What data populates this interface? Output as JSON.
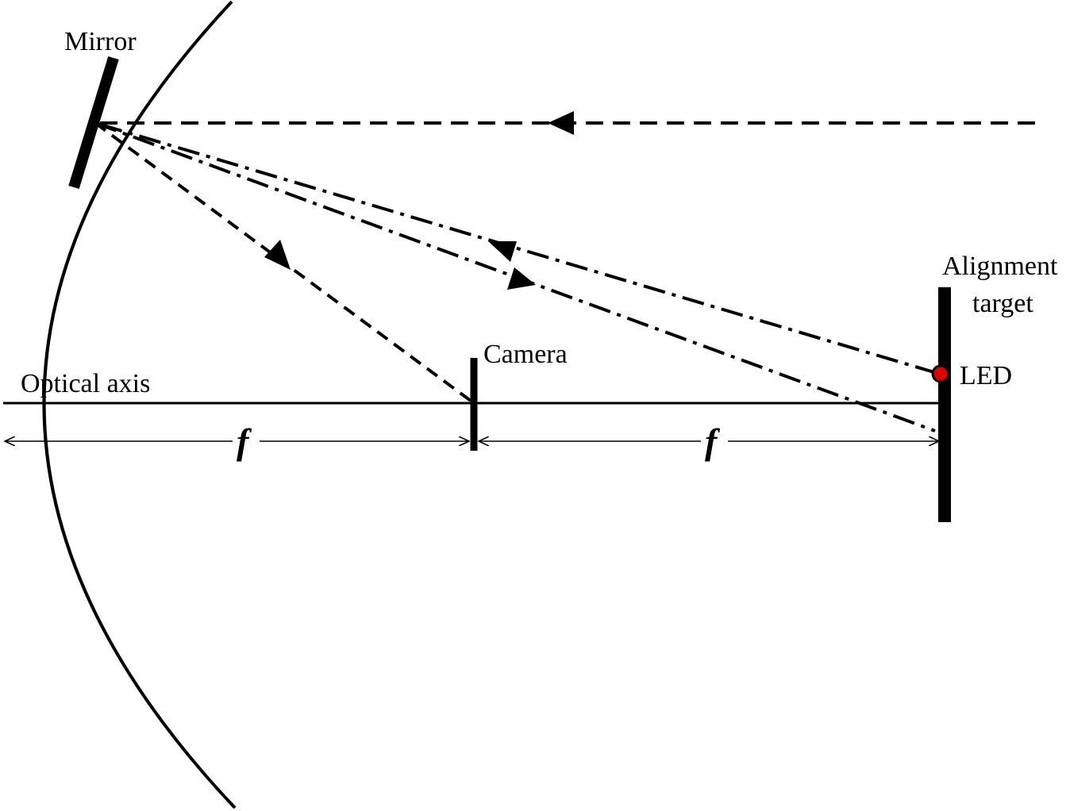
{
  "labels": {
    "mirror": "Mirror",
    "alignment_target_line1": "Alignment",
    "alignment_target_line2": "target",
    "camera": "Camera",
    "led": "LED",
    "optical_axis": "Optical axis",
    "focal_length_1": "f",
    "focal_length_2": "f"
  },
  "colors": {
    "ink": "#000000",
    "led": "#e00000",
    "background": "#ffffff"
  }
}
